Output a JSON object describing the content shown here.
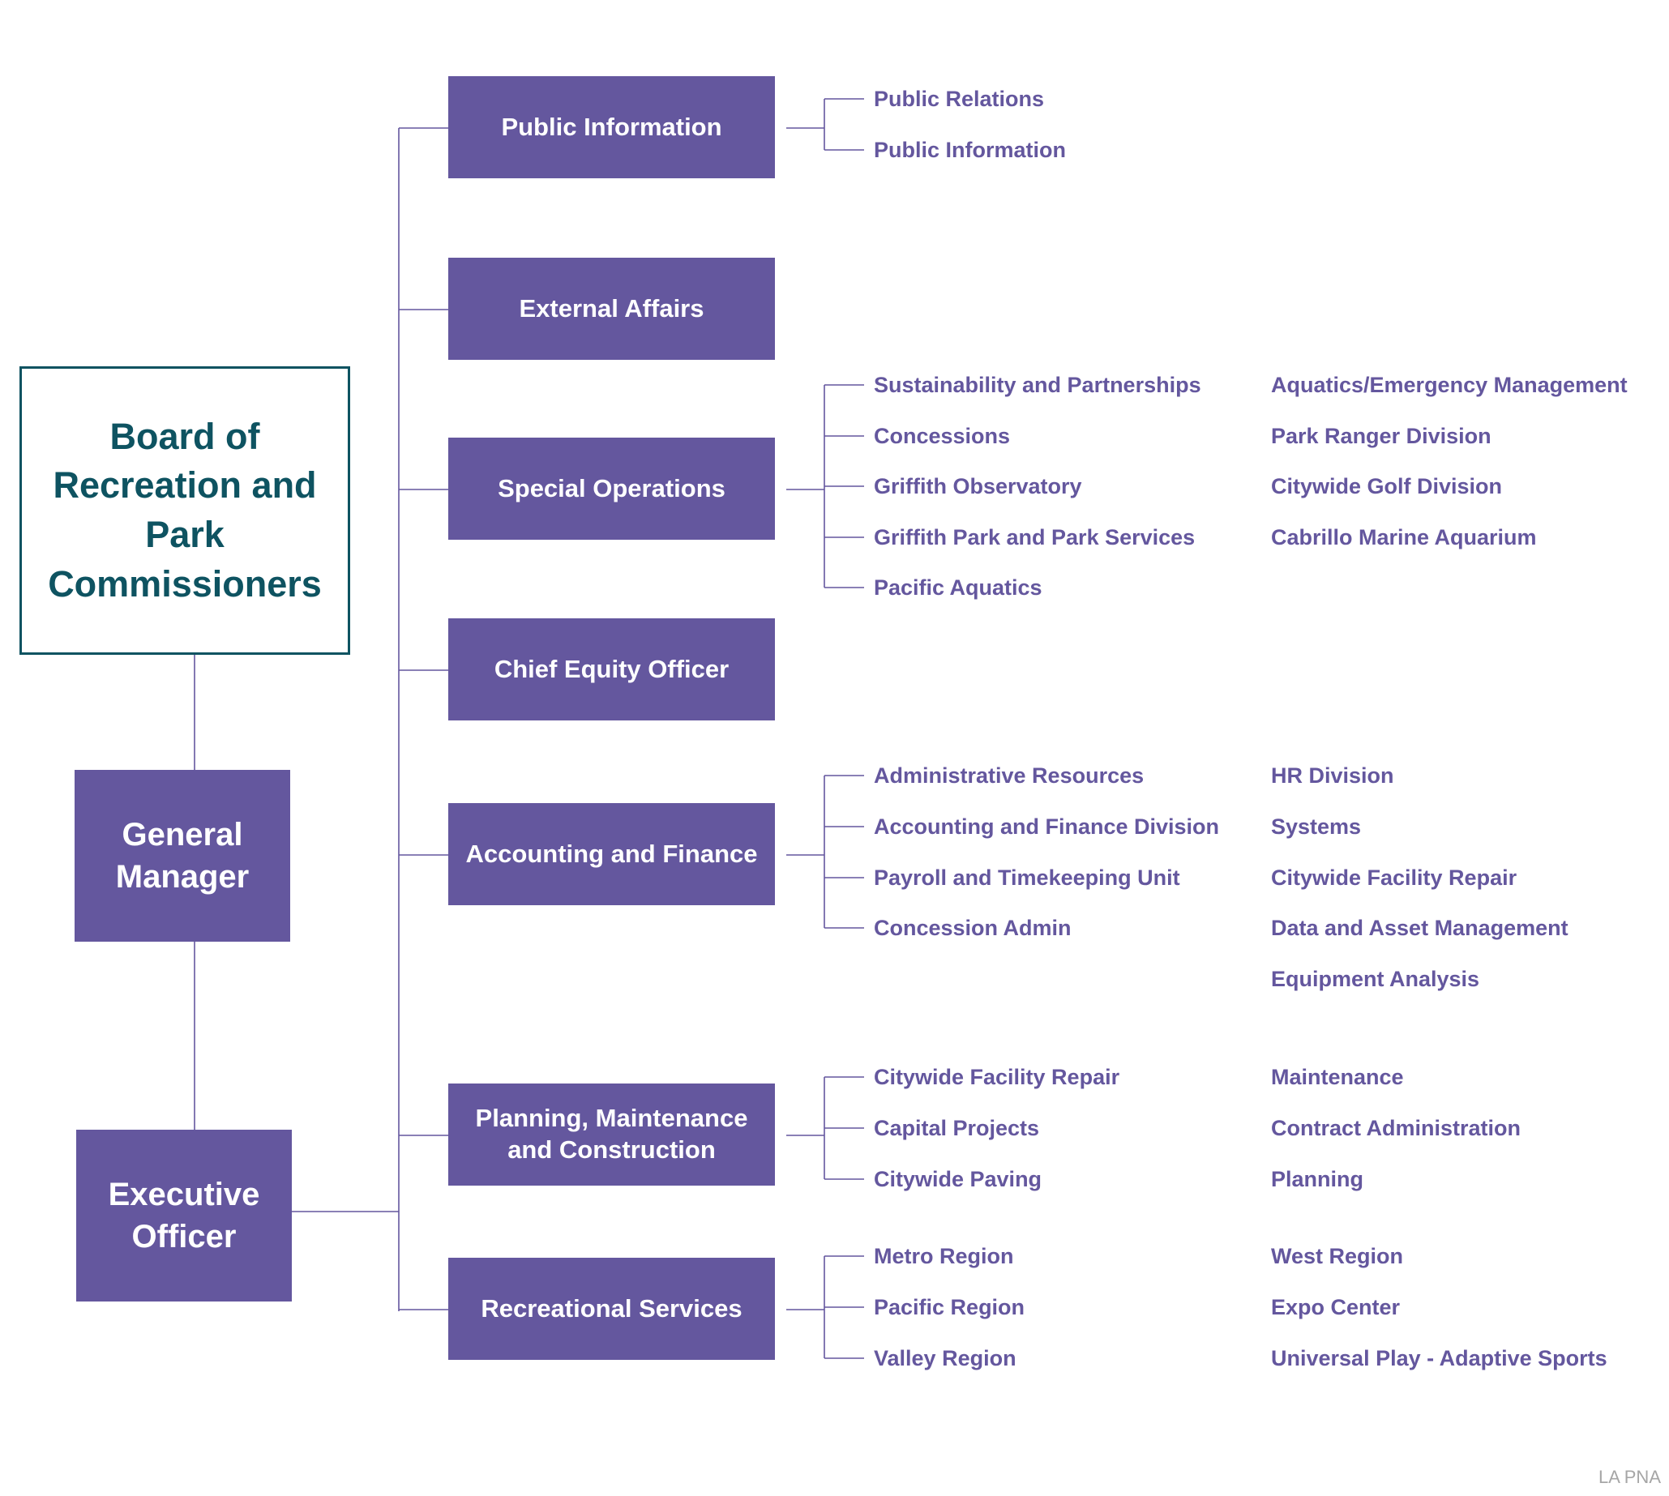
{
  "board": {
    "label": "Board of Recreation and Park Commissioners"
  },
  "general_manager": {
    "label": "General Manager"
  },
  "executive_officer": {
    "label": "Executive Officer"
  },
  "departments": [
    {
      "label": "Public Information",
      "units_left": [
        "Public Relations",
        "Public Information"
      ],
      "units_right": []
    },
    {
      "label": "External Affairs",
      "units_left": [],
      "units_right": []
    },
    {
      "label": "Special Operations",
      "units_left": [
        "Sustainability and Partnerships",
        "Concessions",
        "Griffith Observatory",
        "Griffith Park and Park Services",
        "Pacific Aquatics"
      ],
      "units_right": [
        "Aquatics/Emergency Management",
        "Park Ranger Division",
        "Citywide Golf Division",
        "Cabrillo Marine Aquarium"
      ]
    },
    {
      "label": "Chief Equity Officer",
      "units_left": [],
      "units_right": []
    },
    {
      "label": "Accounting and Finance",
      "units_left": [
        "Administrative Resources",
        "Accounting and Finance Division",
        "Payroll and Timekeeping Unit",
        "Concession Admin"
      ],
      "units_right": [
        "HR Division",
        "Systems",
        "Citywide Facility Repair",
        "Data and Asset Management",
        "Equipment Analysis"
      ]
    },
    {
      "label": "Planning, Maintenance and Construction",
      "units_left": [
        "Citywide Facility Repair",
        "Capital Projects",
        "Citywide Paving"
      ],
      "units_right": [
        "Maintenance",
        "Contract Administration",
        "Planning"
      ]
    },
    {
      "label": "Recreational Services",
      "units_left": [
        "Metro Region",
        "Pacific Region",
        "Valley Region"
      ],
      "units_right": [
        "West Region",
        "Expo Center",
        "Universal Play - Adaptive Sports"
      ]
    }
  ],
  "credit": "LA PNA",
  "colors": {
    "primary": "#64579e",
    "board_text": "#0e5361",
    "connector": "#64579e",
    "credit": "#a6a6a6"
  }
}
